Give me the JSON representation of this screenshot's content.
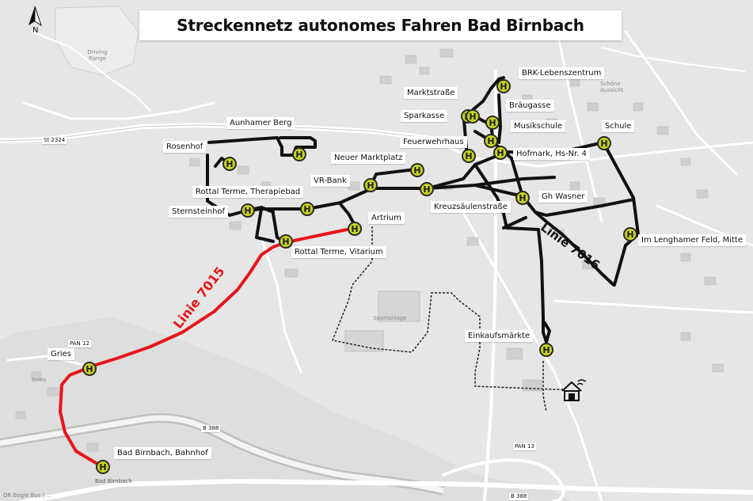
{
  "title": "Streckennetz autonomes Fahren Bad Birnbach",
  "north_label": "N",
  "lines": [
    {
      "label": "Linie 7015",
      "color": "#e8141b"
    },
    {
      "label": "Linie 7016",
      "color": "#111111"
    }
  ],
  "stops": [
    "BRK-Lebenszentrum",
    "Marktstraße",
    "Bräugasse",
    "Sparkasse",
    "Musikschule",
    "Aunhamer Berg",
    "Feuerwehrhaus",
    "Hofmark, Hs-Nr. 4",
    "Schule",
    "Rosenhof",
    "Neuer Marktplatz",
    "VR-Bank",
    "Gh Wasner",
    "Rottal Terme, Therapiebad",
    "Sternsteinhof",
    "Kreuzsäulenstraße",
    "Artrium",
    "Im Lenghamer Feld, Mitte",
    "Rottal Terme, Vitarium",
    "Einkaufsmärkte",
    "Gries",
    "Bad Birnbach, Bahnhof"
  ],
  "map_text": {
    "road_st2324": "St 2324",
    "road_pan12": "PAN 12",
    "road_pan13": "PAN 13",
    "road_b388": "B 388",
    "road_b388b": "B 388",
    "place_bad_birnbach": "Bad Birnbach",
    "place_driving_range": "Driving Range",
    "place_sportanlage": "Sportanlage",
    "place_gries": "Gries",
    "place_schoene_aussicht": "Schöne Aussicht",
    "attribution": "OR Bogie Bus | ..."
  },
  "icons": {
    "stop": "bus-stop-h-icon",
    "north": "north-arrow-icon",
    "depot": "smart-home-icon"
  },
  "colors": {
    "background": "#e6e6e6",
    "stop_fill": "#c7d421",
    "stop_stroke": "#2a2a2a"
  }
}
